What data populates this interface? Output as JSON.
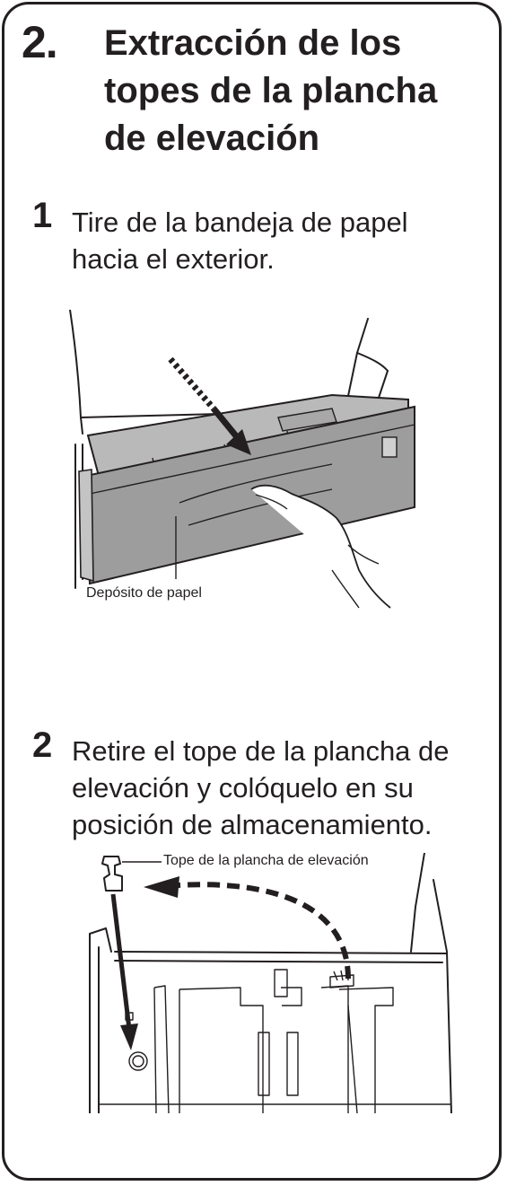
{
  "section": {
    "number": "2.",
    "title": "Extracción de los topes de la plancha de elevación"
  },
  "steps": [
    {
      "number": "1",
      "text": "Tire de la bandeja de papel hacia el exterior.",
      "callout": "Depósito de papel"
    },
    {
      "number": "2",
      "text": "Retire el tope de la plancha de elevación y colóquelo en su posición de almacenamiento.",
      "callout": "Tope de la plancha de elevación"
    }
  ],
  "colors": {
    "ink": "#231f20",
    "tray_gray": "#9d9d9d",
    "tray_light": "#c4c4c4"
  }
}
